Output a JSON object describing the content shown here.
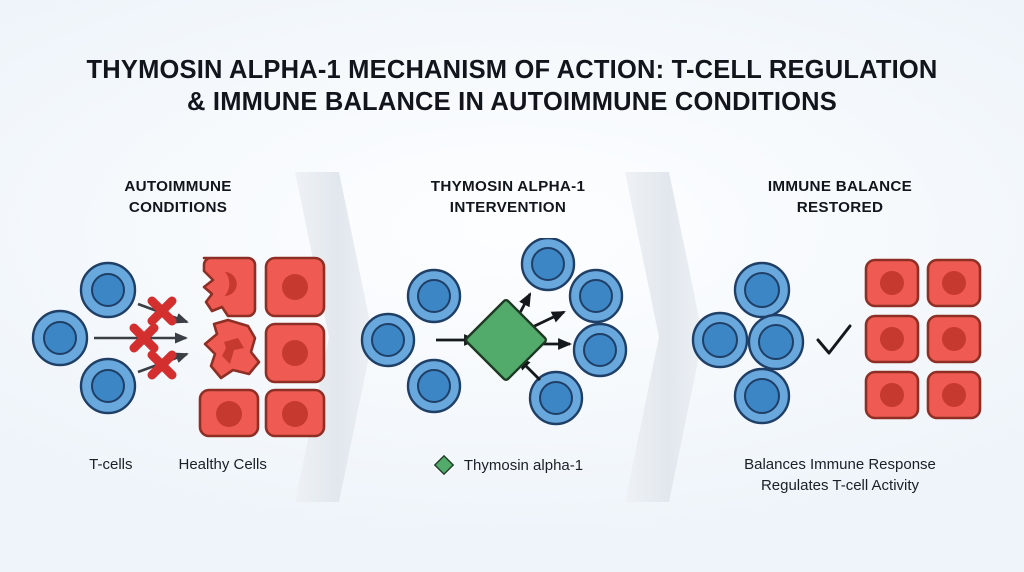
{
  "title": {
    "line1": "THYMOSIN ALPHA-1 MECHANISM OF ACTION: T-CELL REGULATION",
    "line2": "& IMMUNE BALANCE IN AUTOIMMUNE CONDITIONS"
  },
  "colors": {
    "background": "#f4f8fc",
    "tcell_outer": "#68a8dd",
    "tcell_inner": "#3d86c6",
    "tcell_stroke": "#1f3f66",
    "healthy_cell": "#ef5b52",
    "healthy_cell_nucleus": "#c5392f",
    "healthy_cell_stroke": "#8e2f26",
    "thymosin_diamond": "#53ab6b",
    "thymosin_diamond_stroke": "#1e3a24",
    "blocked_x": "#d32f2f",
    "arrow": "#3a3f45",
    "check": "#15181c",
    "chevron": "#e4e9ee",
    "title_text": "#12161c"
  },
  "panels": [
    {
      "id": "autoimmune-conditions",
      "heading_line1": "AUTOIMMUNE",
      "heading_line2": "CONDITIONS",
      "caption_type": "split",
      "caption_left": "T-cells",
      "caption_right": "Healthy Cells",
      "tcell_count": 3,
      "target_cell_count": 6,
      "damaged_cell_count": 2,
      "blocked_arrow_count": 3,
      "icon": "red-x-blocked"
    },
    {
      "id": "thymosin-alpha-1-intervention",
      "heading_line1": "THYMOSIN ALPHA-1",
      "heading_line2": "INTERVENTION",
      "caption_type": "legend",
      "legend_label": "Thymosin alpha-1",
      "legend_swatch": "green-diamond-icon",
      "tcell_count_left": 3,
      "tcell_count_right": 4,
      "arrow_count": 5,
      "icon": "green-diamond"
    },
    {
      "id": "immune-balance-restored",
      "heading_line1": "IMMUNE BALANCE",
      "heading_line2": "RESTORED",
      "caption_type": "stacked",
      "caption_line1": "Balances Immune Response",
      "caption_line2": "Regulates T-cell Activity",
      "tcell_count": 4,
      "target_cell_count": 6,
      "damaged_cell_count": 0,
      "icon": "check-mark"
    }
  ]
}
